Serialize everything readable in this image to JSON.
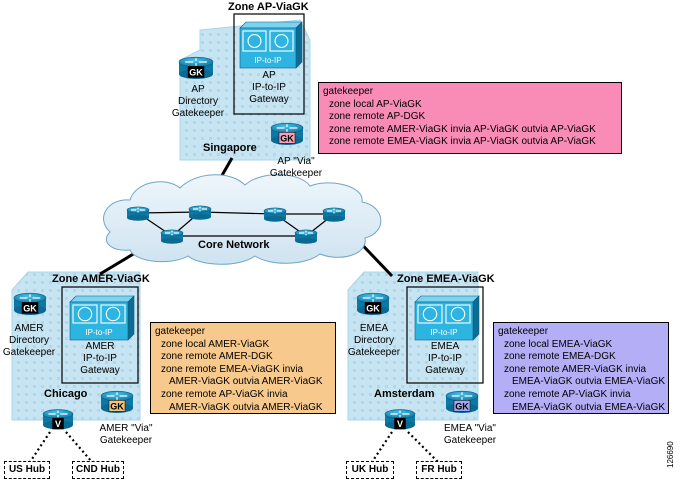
{
  "zones": {
    "ap": {
      "title": "Zone AP-ViaGK",
      "city": "Singapore",
      "directory_label": [
        "AP",
        "Directory",
        "Gatekeeper"
      ],
      "gateway_label": [
        "AP",
        "IP-to-IP",
        "Gateway"
      ],
      "via_label": [
        "AP \"Via\"",
        "Gatekeeper"
      ],
      "config_color": "#f98cb6",
      "config": [
        {
          "text": "gatekeeper",
          "indent": 0
        },
        {
          "text": "zone local AP-ViaGK",
          "indent": 1
        },
        {
          "text": "zone remote AP-DGK",
          "indent": 1
        },
        {
          "text": "zone remote AMER-ViaGK invia AP-ViaGK outvia AP-ViaGK",
          "indent": 1
        },
        {
          "text": "zone remote EMEA-ViaGK invia AP-ViaGK outvia AP-ViaGK",
          "indent": 1
        }
      ]
    },
    "amer": {
      "title": "Zone AMER-ViaGK",
      "city": "Chicago",
      "directory_label": [
        "AMER",
        "Directory",
        "Gatekeeper"
      ],
      "gateway_label": [
        "AMER",
        "IP-to-IP",
        "Gateway"
      ],
      "via_label": [
        "AMER \"Via\"",
        "Gatekeeper"
      ],
      "config_color": "#f8c98c",
      "config": [
        {
          "text": "gatekeeper",
          "indent": 0
        },
        {
          "text": "zone local AMER-ViaGK",
          "indent": 1
        },
        {
          "text": "zone remote AMER-DGK",
          "indent": 1
        },
        {
          "text": "zone remote EMEA-ViaGK invia",
          "indent": 1
        },
        {
          "text": "AMER-ViaGK outvia AMER-ViaGK",
          "indent": 2
        },
        {
          "text": "zone remote AP-ViaGK invia",
          "indent": 1
        },
        {
          "text": "AMER-ViaGK outvia AMER-ViaGK",
          "indent": 2
        }
      ],
      "hubs": [
        "US Hub",
        "CND Hub"
      ]
    },
    "emea": {
      "title": "Zone EMEA-ViaGK",
      "city": "Amsterdam",
      "directory_label": [
        "EMEA",
        "Directory",
        "Gatekeeper"
      ],
      "gateway_label": [
        "EMEA",
        "IP-to-IP",
        "Gateway"
      ],
      "via_label": [
        "EMEA \"Via\"",
        "Gatekeeper"
      ],
      "config_color": "#b4aef6",
      "config": [
        {
          "text": "gatekeeper",
          "indent": 0
        },
        {
          "text": "zone local EMEA-ViaGK",
          "indent": 1
        },
        {
          "text": "zone remote EMEA-DGK",
          "indent": 1
        },
        {
          "text": "zone remote AMER-ViaGK invia",
          "indent": 1
        },
        {
          "text": "EMEA-ViaGK outvia EMEA-ViaGK",
          "indent": 2
        },
        {
          "text": "zone remote AP-ViaGK invia",
          "indent": 1
        },
        {
          "text": "EMEA-ViaGK outvia EMEA-ViaGK",
          "indent": 2
        }
      ],
      "hubs": [
        "UK Hub",
        "FR Hub"
      ]
    }
  },
  "core_network": "Core Network",
  "icons": {
    "gk_badge": "GK",
    "via_badge": "GK",
    "voice_badge": "V",
    "gateway_badge": "IP-to-IP"
  },
  "figure_number": "126690",
  "colors": {
    "device_blue": "#1aa0c8",
    "device_dark": "#0c6c94",
    "building": "#c6e4f1",
    "building_line": "#9fd0e6",
    "cloud": "#dcebf6",
    "gateway_fill": "#2db4e0",
    "via_badge_bg": "#f2a0bc",
    "via_badge_amer": "#f5c27a",
    "via_badge_emea": "#9fa8ec"
  }
}
